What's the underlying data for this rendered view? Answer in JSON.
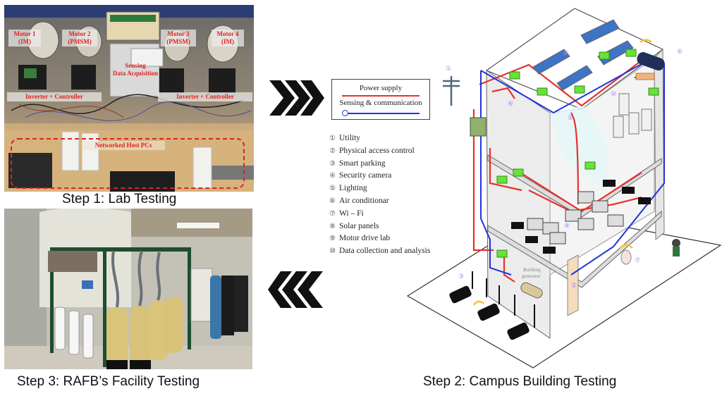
{
  "steps": {
    "step1": {
      "caption": "Step 1: Lab Testing",
      "labels": {
        "motor1": "Motor 1",
        "motor1_type": "(IM)",
        "motor2": "Motor 2",
        "motor2_type": "(PMSM)",
        "motor3": "Motor 3",
        "motor3_type": "(PMSM)",
        "motor4": "Motor 4",
        "motor4_type": "(IM)",
        "sensing": "Sensing",
        "daq": "Data Acquisition",
        "inverter_left": "Inverter + Controller",
        "inverter_right": "Inverter + Controller",
        "host_pcs": "Networked Host PCs"
      }
    },
    "step2": {
      "caption": "Step 2: Campus Building Testing",
      "legend_box": {
        "power": "Power supply",
        "sensing": "Sensing & communication"
      },
      "legend_items": [
        {
          "num": "①",
          "label": "Utility"
        },
        {
          "num": "②",
          "label": "Physical access control"
        },
        {
          "num": "③",
          "label": "Smart parking"
        },
        {
          "num": "④",
          "label": "Security camera"
        },
        {
          "num": "⑤",
          "label": "Lighting"
        },
        {
          "num": "⑥",
          "label": "Air conditionar"
        },
        {
          "num": "⑦",
          "label": "Wi – Fi"
        },
        {
          "num": "⑧",
          "label": "Solar panels"
        },
        {
          "num": "⑨",
          "label": "Motor drive lab"
        },
        {
          "num": "⑩",
          "label": "Data collection and analysis"
        }
      ],
      "building_label_1": "Building",
      "building_label_2": "generator",
      "colors": {
        "power": "#e8312b",
        "sensing": "#2233dd",
        "node": "#66e23a",
        "tag": "#b07fe6"
      }
    },
    "step3": {
      "caption": "Step 3: RAFB’s Facility Testing"
    },
    "arrows": {
      "forward": "chevrons-right-icon",
      "backward": "chevrons-left-icon"
    }
  }
}
